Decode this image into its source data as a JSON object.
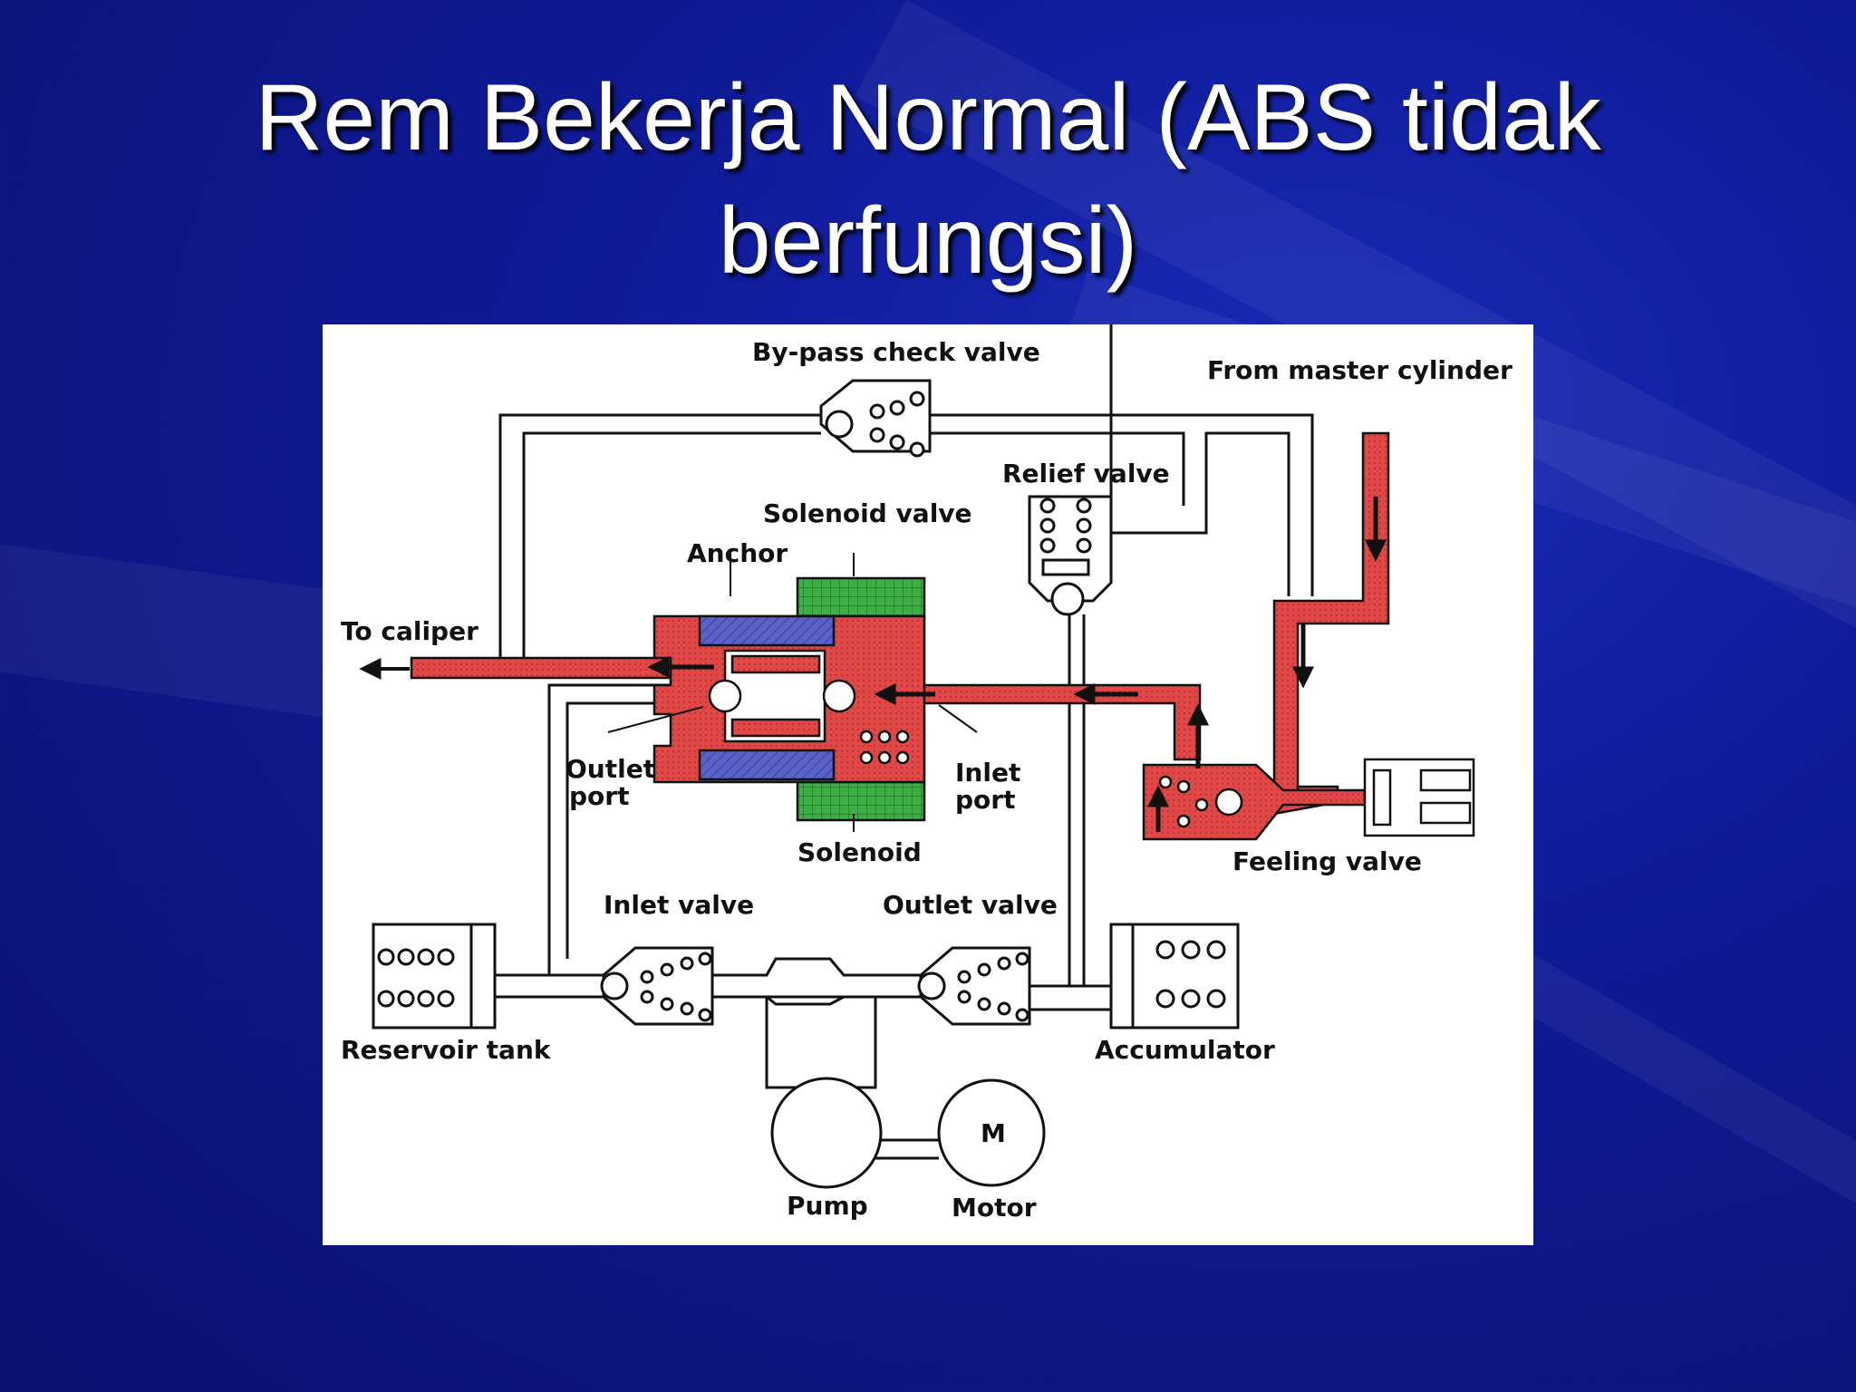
{
  "slide": {
    "title_line1": "Rem Bekerja Normal (ABS tidak",
    "title_line2": "berfungsi)"
  },
  "diagram": {
    "labels": {
      "bypass_check_valve": "By-pass check valve",
      "from_master_cylinder": "From master cylinder",
      "relief_valve": "Relief valve",
      "solenoid_valve": "Solenoid valve",
      "anchor": "Anchor",
      "to_caliper": "To caliper",
      "outlet_port_1": "Outlet",
      "outlet_port_2": "port",
      "inlet_port_1": "Inlet",
      "inlet_port_2": "port",
      "solenoid": "Solenoid",
      "feeling_valve": "Feeling valve",
      "inlet_valve": "Inlet valve",
      "outlet_valve": "Outlet valve",
      "reservoir_tank": "Reservoir tank",
      "accumulator": "Accumulator",
      "pump": "Pump",
      "motor": "Motor",
      "motor_symbol": "M"
    },
    "colors": {
      "fluid": "#e04848",
      "anchor": "#5a62c8",
      "solenoid": "#3cb043",
      "line": "#111111"
    }
  }
}
